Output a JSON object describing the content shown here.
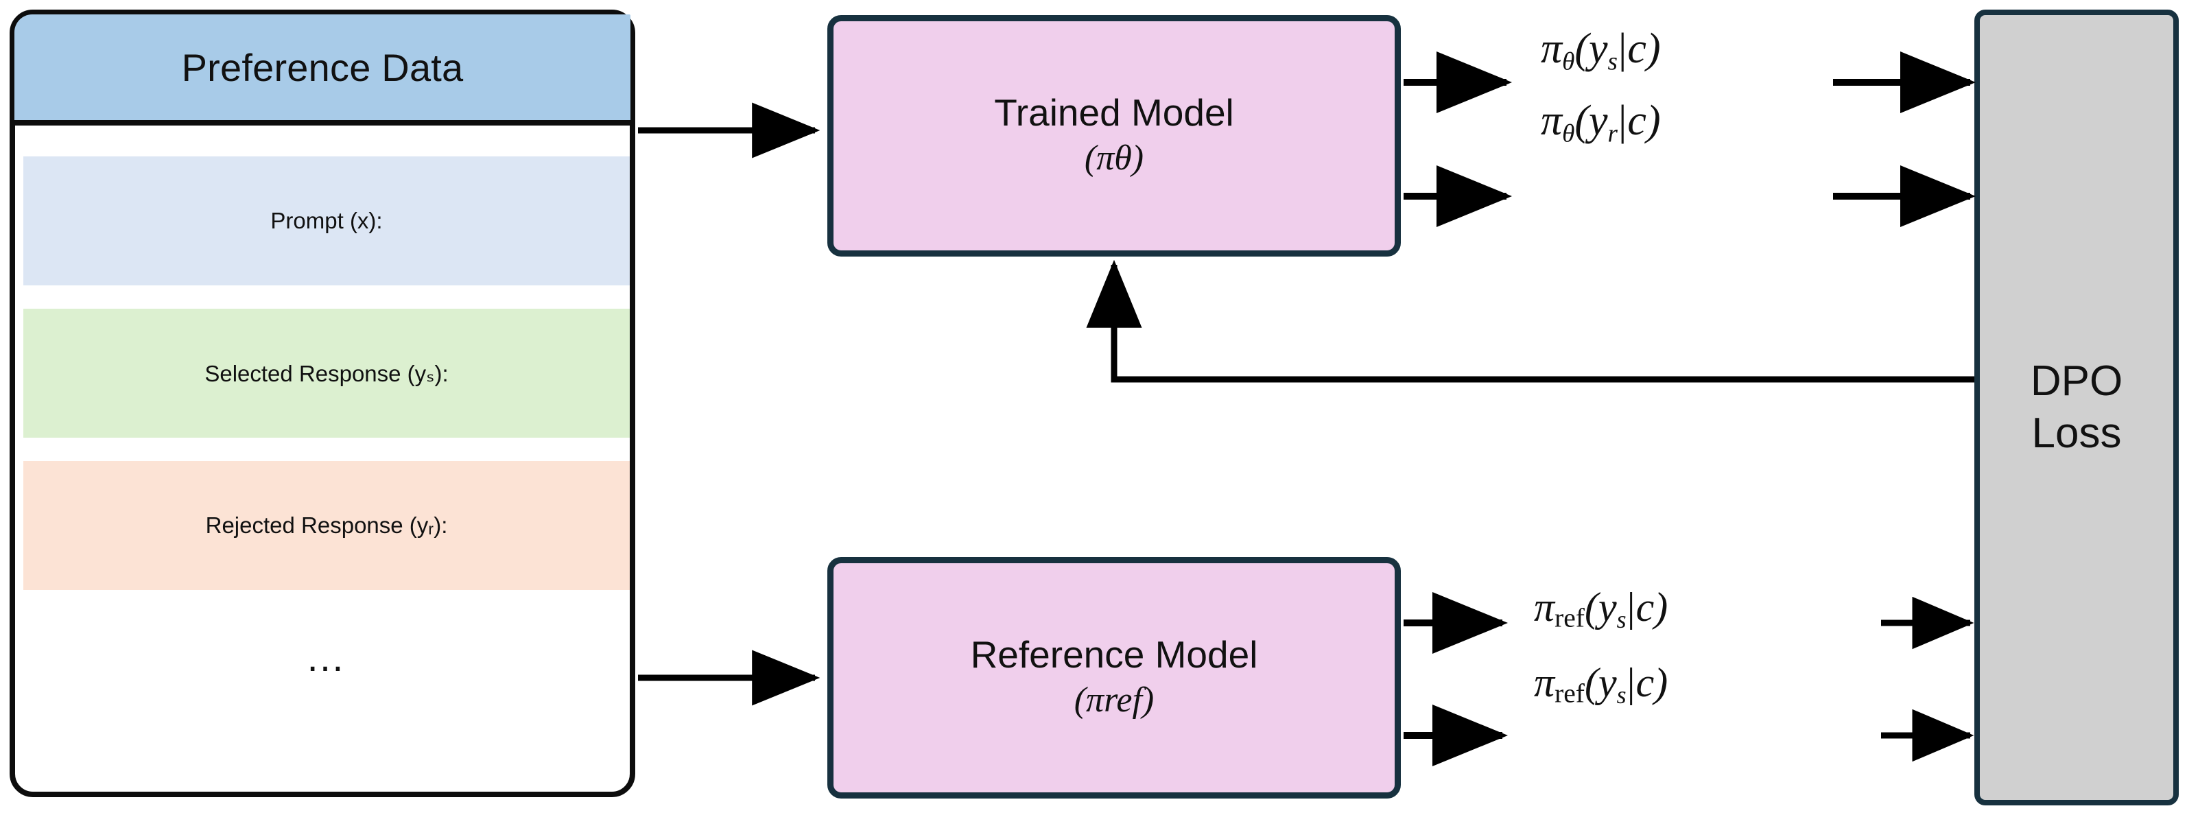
{
  "diagram": {
    "title": "DPO training flow",
    "colors": {
      "header_blue": "#a8cbe8",
      "prompt_blue": "#dce6f4",
      "selected_green": "#dcf0d0",
      "rejected_peach": "#fce3d5",
      "model_pink": "#f0cfec",
      "loss_gray": "#d0d0d0",
      "model_border": "#17313f",
      "card_border": "#0d0d0d",
      "arrow": "#000000"
    }
  },
  "preference_card": {
    "header": "Preference Data",
    "items": [
      {
        "label": "Prompt (x):",
        "color": "#dce6f4"
      },
      {
        "label": "Selected Response (yₛ):",
        "color": "#dcf0d0"
      },
      {
        "label": "Rejected Response (yᵣ):",
        "color": "#fce3d5"
      }
    ],
    "ellipsis": "…"
  },
  "models": {
    "trained": {
      "title": "Trained Model",
      "symbol": "(πθ)"
    },
    "reference": {
      "title": "Reference Model",
      "symbol": "(πref)"
    }
  },
  "loss": {
    "label": "DPO\nLoss",
    "line1": "DPO",
    "line2": "Loss"
  },
  "probabilities": {
    "trained_selected": "πθ(yₛ|c)",
    "trained_rejected": "πθ(yᵣ|c)",
    "reference_selected": "πref(yₛ|c)",
    "reference_rejected": "πref(yₛ|c)"
  },
  "arrows": [
    {
      "name": "data-to-trained-model",
      "from": "Preference Data",
      "to": "Trained Model"
    },
    {
      "name": "data-to-reference-model",
      "from": "Preference Data",
      "to": "Reference Model"
    },
    {
      "name": "trained-selected-out",
      "from": "Trained Model",
      "to": "πθ(yₛ|c)"
    },
    {
      "name": "trained-rejected-out",
      "from": "Trained Model",
      "to": "πθ(yᵣ|c)"
    },
    {
      "name": "trained-selected-to-loss",
      "from": "πθ(yₛ|c)",
      "to": "DPO Loss"
    },
    {
      "name": "trained-rejected-to-loss",
      "from": "πθ(yᵣ|c)",
      "to": "DPO Loss"
    },
    {
      "name": "reference-selected-out",
      "from": "Reference Model",
      "to": "πref(yₛ|c)"
    },
    {
      "name": "reference-rejected-out",
      "from": "Reference Model",
      "to": "πref(yₛ|c)"
    },
    {
      "name": "reference-selected-to-loss",
      "from": "πref(yₛ|c)",
      "to": "DPO Loss"
    },
    {
      "name": "reference-rejected-to-loss",
      "from": "πref(yₛ|c)",
      "to": "DPO Loss"
    },
    {
      "name": "loss-feedback-to-trained-model",
      "from": "DPO Loss",
      "to": "Trained Model"
    }
  ]
}
